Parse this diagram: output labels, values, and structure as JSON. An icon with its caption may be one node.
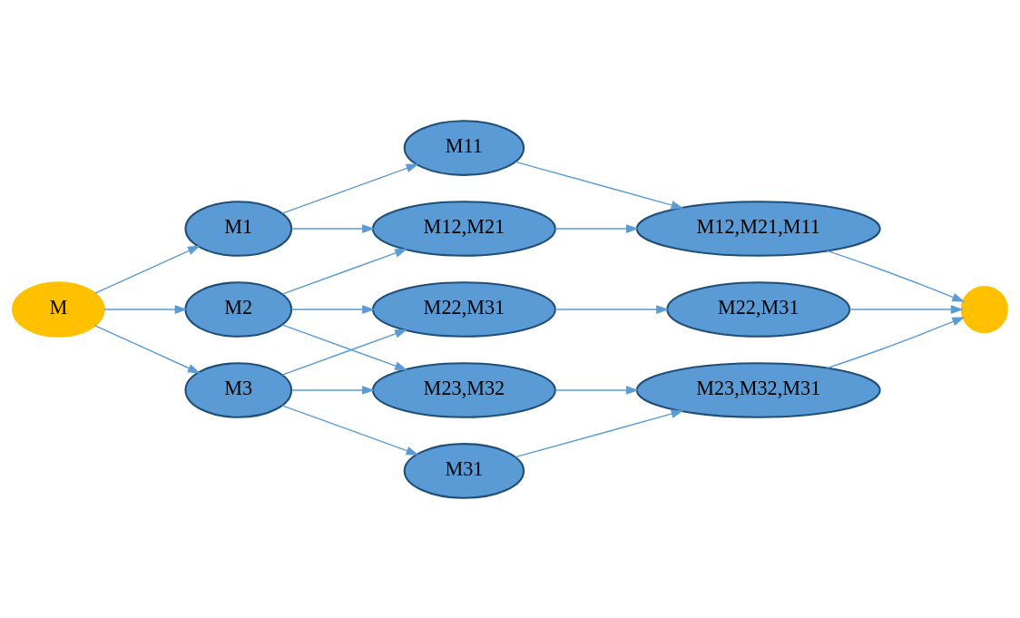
{
  "diagram": {
    "nodes": [
      {
        "text": [
          "M"
        ]
      },
      {
        "text": [
          "M1"
        ]
      },
      {
        "text": [
          "M2"
        ]
      },
      {
        "text": [
          "M3"
        ]
      },
      {
        "text": [
          "M11"
        ]
      },
      {
        "text": [
          "M12,M21"
        ]
      },
      {
        "text": [
          "M22,M31"
        ]
      },
      {
        "text": [
          "M23,M32"
        ]
      },
      {
        "text": [
          "M31"
        ]
      },
      {
        "text": [
          "M12,M21,M11"
        ]
      },
      {
        "text": [
          "M22,M31"
        ]
      },
      {
        "text": [
          "M23,M32,M31"
        ]
      },
      {
        "text": [],
        "shape": "circle"
      }
    ],
    "edges": [
      {
        "from": 0,
        "to": 1,
        "arrow": "to"
      },
      {
        "from": 0,
        "to": 2,
        "arrow": "to"
      },
      {
        "from": 0,
        "to": 3,
        "arrow": "to"
      },
      {
        "from": 1,
        "to": 4,
        "arrow": "to"
      },
      {
        "from": 1,
        "to": 5,
        "arrow": "to"
      },
      {
        "from": 2,
        "to": 5,
        "arrow": "to"
      },
      {
        "from": 2,
        "to": 6,
        "arrow": "to"
      },
      {
        "from": 2,
        "to": 7,
        "arrow": "to"
      },
      {
        "from": 3,
        "to": 6,
        "arrow": "to"
      },
      {
        "from": 3,
        "to": 7,
        "arrow": "to"
      },
      {
        "from": 3,
        "to": 8,
        "arrow": "to"
      },
      {
        "from": 4,
        "to": 9,
        "arrow": "to"
      },
      {
        "from": 5,
        "to": 9,
        "arrow": "to"
      },
      {
        "from": 6,
        "to": 10,
        "arrow": "to"
      },
      {
        "from": 7,
        "to": 11,
        "arrow": "to"
      },
      {
        "from": 8,
        "to": 11,
        "arrow": "to"
      },
      {
        "from": 9,
        "to": 12,
        "arrow": "to"
      },
      {
        "from": 10,
        "to": 12,
        "arrow": "to"
      },
      {
        "from": 11,
        "to": 12,
        "arrow": "to"
      }
    ]
  }
}
